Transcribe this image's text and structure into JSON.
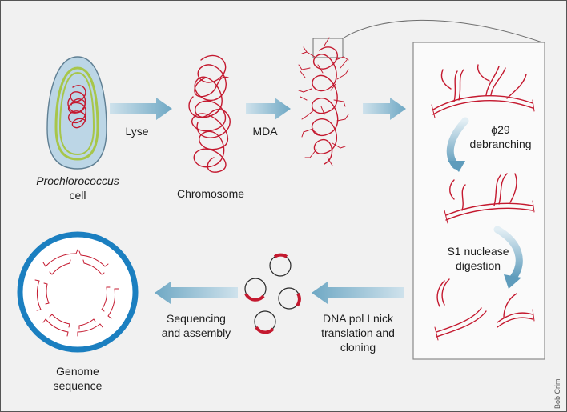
{
  "labels": {
    "cell_species": "Prochlorococcus",
    "cell_word": "cell",
    "lyse": "Lyse",
    "chromosome": "Chromosome",
    "mda": "MDA",
    "phi29_line1": "ϕ29",
    "phi29_line2": "debranching",
    "s1_line1": "S1 nuclease",
    "s1_line2": "digestion",
    "dnapol_line1": "DNA pol I nick",
    "dnapol_line2": "translation and",
    "dnapol_line3": "cloning",
    "seq_line1": "Sequencing",
    "seq_line2": "and assembly",
    "genome_line1": "Genome",
    "genome_line2": "sequence",
    "credit": "Bob Crimi"
  },
  "colors": {
    "background": "#f1f1f1",
    "dna_red": "#c4192f",
    "arrow_blue": "#6fa8c4",
    "genome_ring": "#1b7fc0",
    "cell_fill": "#bcd6e6",
    "cell_membrane": "#a7c64a"
  }
}
